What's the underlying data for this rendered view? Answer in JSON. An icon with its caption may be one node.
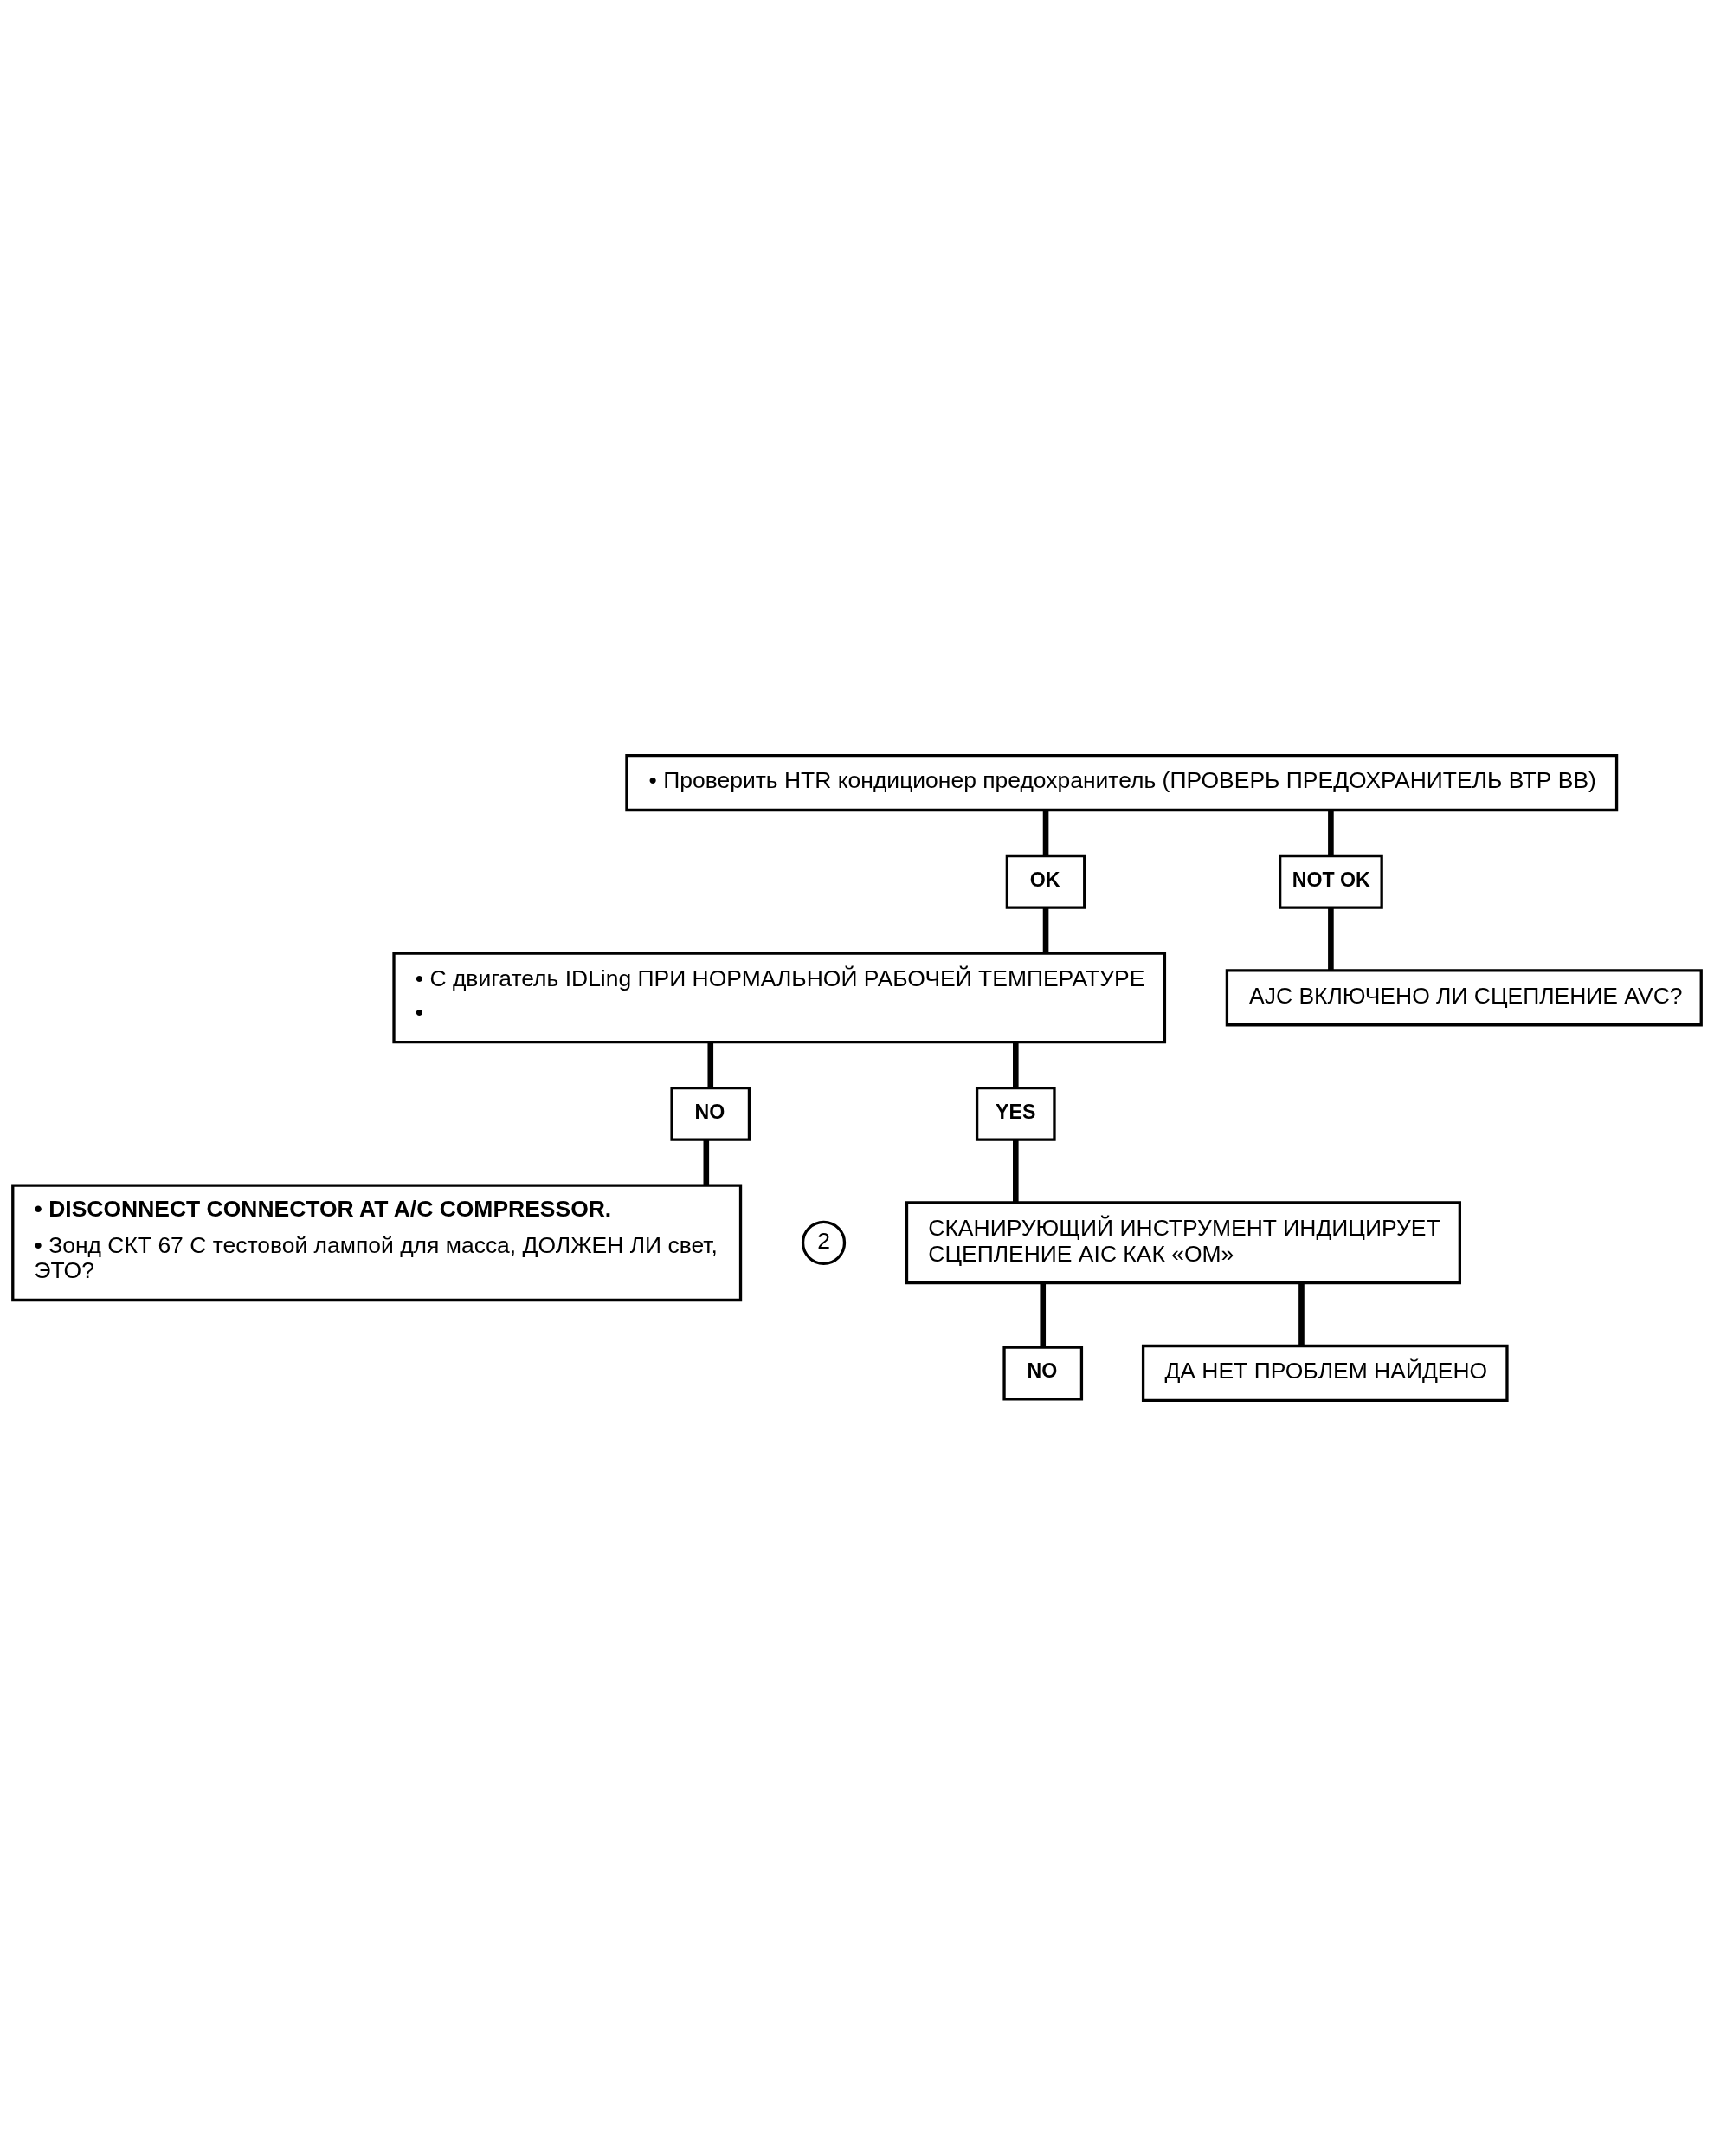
{
  "diagram": {
    "nodes": [
      {
        "text": [
          "• Проверить HTR кондиционер предохранитель (ПРОВЕРЬ ПРЕДОХРАНИТЕЛЬ ВТР ВВ)"
        ]
      },
      {
        "text": [
          "OK"
        ]
      },
      {
        "text": [
          "NOT OK"
        ]
      },
      {
        "text": [
          "• С двигатель IDLing ПРИ НОРМАЛЬНОЙ РАБОЧЕЙ ТЕМПЕРАТУРЕ",
          "•"
        ]
      },
      {
        "text": [
          "AJC ВКЛЮЧЕНО ЛИ СЦЕПЛЕНИЕ AVC?"
        ]
      },
      {
        "text": [
          "NO"
        ]
      },
      {
        "text": [
          "YES"
        ]
      },
      {
        "text": [
          "• DISCONNECT CONNECTOR AT A/C COMPRESSOR.",
          "• Зонд СКТ 67 С тестовой лампой для масса, ДОЛЖЕН ЛИ свет, ЭТО?"
        ]
      },
      {
        "text": [
          "СКАНИРУЮЩИЙ ИНСТРУМЕНТ ИНДИЦИРУЕТ СЦЕПЛЕНИЕ AIC КАК «ОМ»"
        ],
        "beside": [
          "2"
        ]
      },
      {
        "text": [
          "NO"
        ]
      },
      {
        "text": [
          "ДА НЕТ ПРОБЛЕМ НАЙДЕНО"
        ]
      }
    ],
    "edges": [
      {
        "from": 0,
        "to": 1,
        "arrow": "none"
      },
      {
        "from": 0,
        "to": 2,
        "arrow": "none"
      },
      {
        "from": 1,
        "to": 3,
        "arrow": "none"
      },
      {
        "from": 2,
        "to": 4,
        "arrow": "none"
      },
      {
        "from": 3,
        "to": 5,
        "arrow": "none"
      },
      {
        "from": 3,
        "to": 6,
        "arrow": "none"
      },
      {
        "from": 5,
        "to": 7,
        "arrow": "none"
      },
      {
        "from": 6,
        "to": 8,
        "arrow": "none"
      },
      {
        "from": 8,
        "to": 9,
        "arrow": "none"
      },
      {
        "from": 8,
        "to": 10,
        "arrow": "none"
      }
    ]
  }
}
